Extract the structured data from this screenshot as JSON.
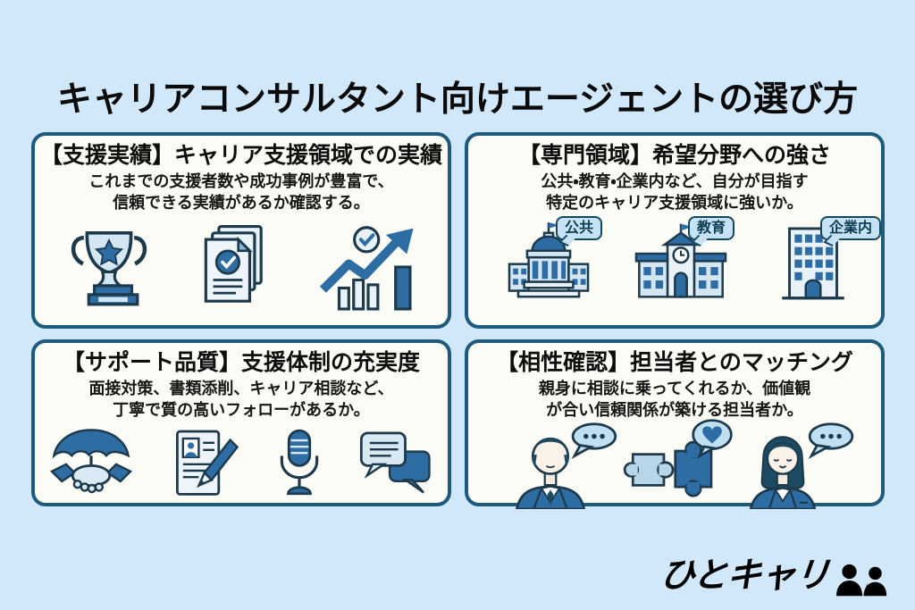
{
  "page_title": "キャリアコンサルタント向けエージェントの選び方",
  "colors": {
    "page_bg": "#d0e8fa",
    "card_bg": "#fcfcf6",
    "card_border": "#1e5a7b",
    "accent_dark": "#2e6da4",
    "accent_light": "#d9e9f3",
    "outline": "#1c3a4b",
    "label_bg": "#c5e3f5",
    "text": "#0a0a0a"
  },
  "cards": [
    {
      "title": "【支援実績】キャリア支援領域での実績",
      "body_line1": "これまでの支援者数や成功事例が豊富で、",
      "body_line2": "信頼できる実績があるか確認する。",
      "icons": [
        "trophy-icon",
        "documents-check-icon",
        "growth-chart-icon"
      ]
    },
    {
      "title": "【専門領域】希望分野への強さ",
      "body_line1": "公共・教育・企業内など、自分が目指す",
      "body_line2": "特定のキャリア支援領域に強いか。",
      "icons": [
        "government-building-icon",
        "school-building-icon",
        "office-building-icon"
      ],
      "labels": [
        "公共",
        "教育",
        "企業内"
      ]
    },
    {
      "title": "【サポート品質】支援体制の充実度",
      "body_line1": "面接対策、書類添削、キャリア相談など、",
      "body_line2": "丁寧で質の高いフォローがあるか。",
      "icons": [
        "umbrella-handshake-icon",
        "resume-pen-icon",
        "microphone-icon",
        "chat-bubbles-icon"
      ]
    },
    {
      "title": "【相性確認】担当者とのマッチング",
      "body_line1": "親身に相談に乗ってくれるか、価値観",
      "body_line2": "が合い信頼関係が築ける担当者か。",
      "icons": [
        "consultant-man-icon",
        "speech-dots-icon",
        "puzzle-pieces-icon",
        "heart-bubble-icon",
        "consultant-woman-icon",
        "speech-dots-icon"
      ]
    }
  ],
  "logo": {
    "text": "ひとキャリ",
    "icon": "two-people-icon"
  }
}
